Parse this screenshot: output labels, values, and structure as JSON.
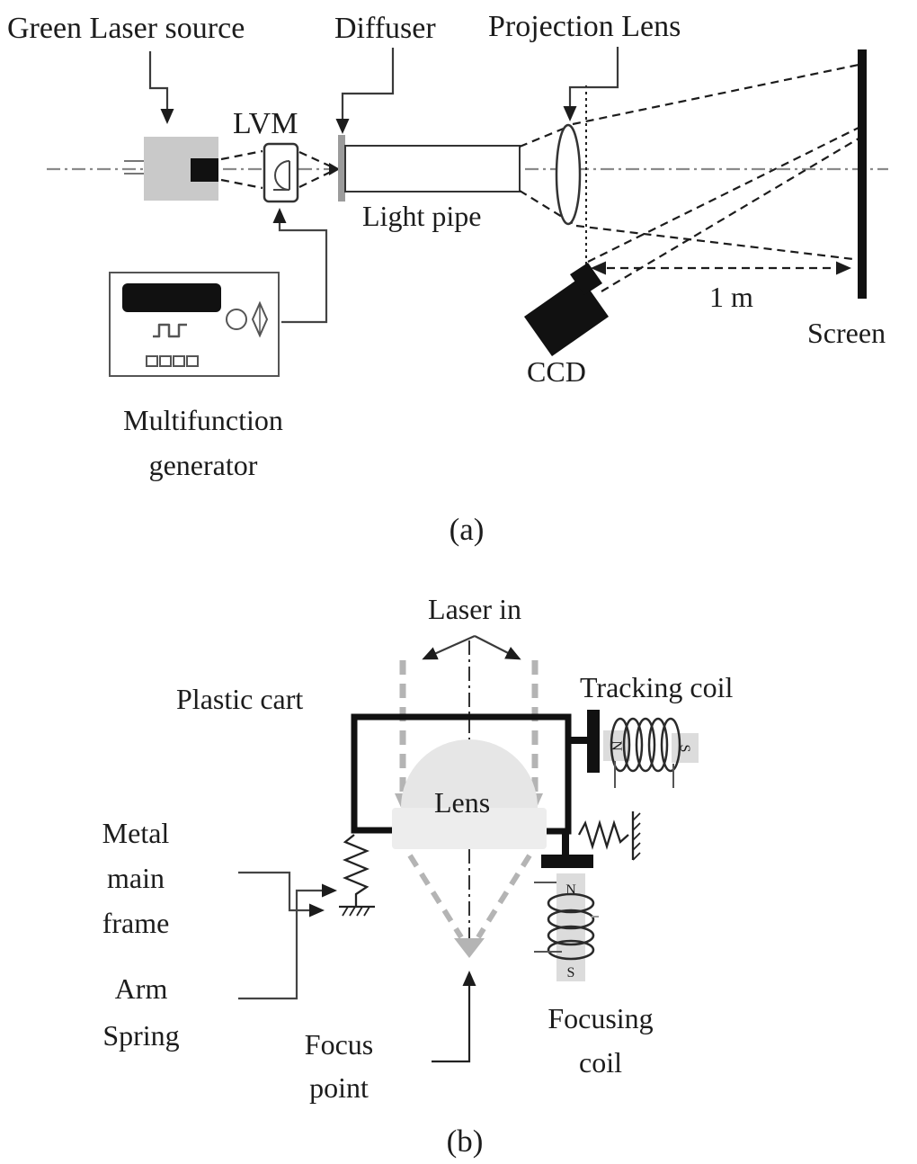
{
  "figure_a": {
    "caption": "(a)",
    "labels": {
      "green_laser_source": "Green Laser source",
      "diffuser": "Diffuser",
      "projection_lens": "Projection Lens",
      "lvm": "LVM",
      "light_pipe": "Light pipe",
      "multifunction_generator_line1": "Multifunction",
      "multifunction_generator_line2": "generator",
      "ccd": "CCD",
      "distance": "1 m",
      "screen": "Screen"
    }
  },
  "figure_b": {
    "caption": "(b)",
    "labels": {
      "laser_in": "Laser in",
      "plastic_cart": "Plastic cart",
      "tracking_coil": "Tracking coil",
      "lens": "Lens",
      "metal_main_frame_line1": "Metal",
      "metal_main_frame_line2": "main",
      "metal_main_frame_line3": "frame",
      "arm_spring_line1": "Arm",
      "arm_spring_line2": "Spring",
      "focus_point_line1": "Focus",
      "focus_point_line2": "point",
      "focusing_coil_line1": "Focusing",
      "focusing_coil_line2": "coil",
      "tracking_magnet_north": "N",
      "tracking_magnet_south": "S",
      "focusing_magnet_north": "N",
      "focusing_magnet_south": "S"
    }
  },
  "colors": {
    "ink": "#1c1c1c",
    "beam_gray": "#b4b4b4",
    "laser_box_gray": "#c9c9c9",
    "lens_dome_gray": "#e6e6e6",
    "magnet_gray": "#dcdcdc",
    "axis_gray": "#8a8a8a"
  }
}
